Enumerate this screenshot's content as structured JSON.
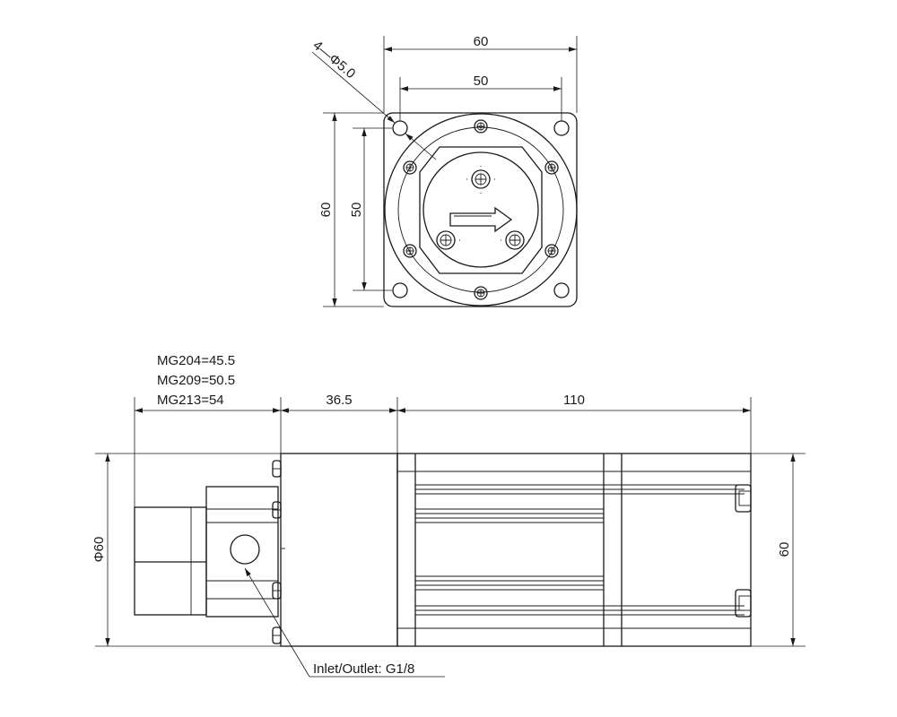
{
  "top_view": {
    "hole_callout": "4—Φ5.0",
    "width_outer": "60",
    "width_inner": "50",
    "height_outer": "60",
    "height_inner": "50"
  },
  "side_view": {
    "variants": [
      "MG204=45.5",
      "MG209=50.5",
      "MG213=54"
    ],
    "length_mid": "36.5",
    "length_motor": "110",
    "diameter": "Φ60",
    "height": "60",
    "port_callout": "Inlet/Outlet: G1/8"
  }
}
